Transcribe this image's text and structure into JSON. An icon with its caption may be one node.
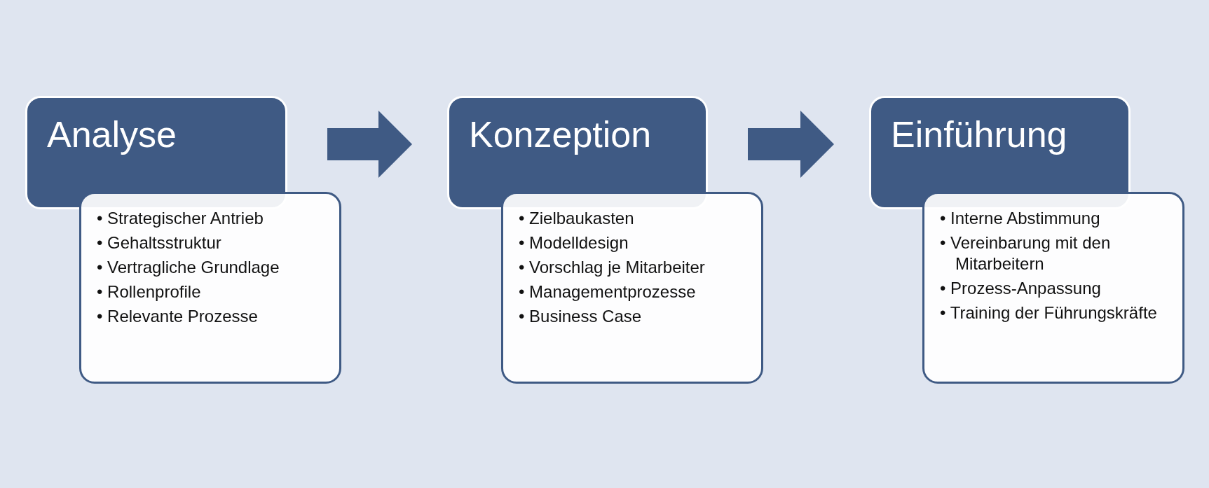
{
  "diagram": {
    "nodes": [
      {
        "text": [
          "Analyse"
        ]
      },
      {
        "text": [
          "• Strategischer Antrieb",
          "• Gehaltsstruktur",
          "• Vertragliche Grundlage",
          "• Rollenprofile",
          "• Relevante Prozesse"
        ]
      },
      {
        "text": [
          "Konzeption"
        ]
      },
      {
        "text": [
          "• Zielbaukasten",
          "• Modelldesign",
          "• Vorschlag je Mitarbeiter",
          "• Managementprozesse",
          "• Business Case"
        ]
      },
      {
        "text": [
          "Einführung"
        ]
      },
      {
        "text": [
          "• Interne Abstimmung",
          "• Vereinbarung mit den Mitarbeitern",
          "• Prozess-Anpassung",
          "• Training der Führungskräfte"
        ]
      }
    ],
    "edges": [
      {
        "from": 0,
        "to": 2,
        "arrow": "to"
      },
      {
        "from": 2,
        "to": 4,
        "arrow": "to"
      }
    ]
  }
}
